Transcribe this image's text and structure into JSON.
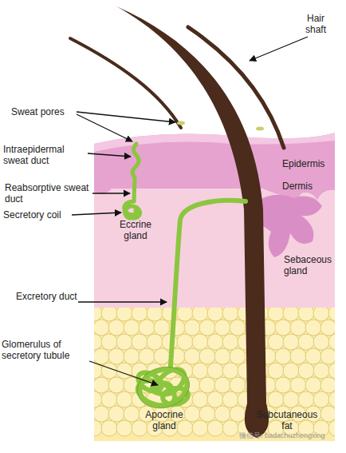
{
  "diagram": {
    "labels": [
      "Hair shaft",
      "Sweat pores",
      "Intraepidermal sweat duct",
      "Reabsorptive sweat duct",
      "Secretory coil",
      "Eccrine gland",
      "Epidermis",
      "Dermis",
      "Sebaceous gland",
      "Excretory duct",
      "Glomerulus of secretory tubule",
      "Apocrine gland",
      "Subcutaneous fat",
      "微信号: badachuzhengxing"
    ]
  }
}
